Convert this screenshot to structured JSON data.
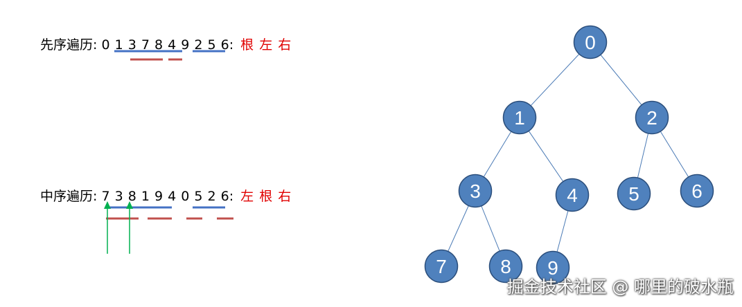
{
  "preorder": {
    "label": "先序遍历:",
    "sequence": "0 1 3 7 8 4 9 2 5 6:",
    "order": "根 左 右"
  },
  "inorder": {
    "label": "中序遍历:",
    "sequence": "7 3 8 1 9 4 0 5 2 6:",
    "order": "左 根 右"
  },
  "tree": {
    "nodes": [
      {
        "id": "0"
      },
      {
        "id": "1"
      },
      {
        "id": "2"
      },
      {
        "id": "3"
      },
      {
        "id": "4"
      },
      {
        "id": "5"
      },
      {
        "id": "6"
      },
      {
        "id": "7"
      },
      {
        "id": "8"
      },
      {
        "id": "9"
      }
    ],
    "edges": [
      [
        "0",
        "1"
      ],
      [
        "0",
        "2"
      ],
      [
        "1",
        "3"
      ],
      [
        "1",
        "4"
      ],
      [
        "2",
        "5"
      ],
      [
        "2",
        "6"
      ],
      [
        "3",
        "7"
      ],
      [
        "3",
        "8"
      ],
      [
        "4",
        "9"
      ]
    ]
  },
  "colors": {
    "node_fill": "#4f81bd",
    "node_stroke": "#2a4d7a",
    "edge": "#4a7ab5",
    "blue_underline": "#4472c4",
    "red_underline": "#c0504d",
    "green_arrow": "#00b050",
    "order_text": "#e00000"
  },
  "watermark": "掘金技术社区 @ 哪里的破水瓶"
}
